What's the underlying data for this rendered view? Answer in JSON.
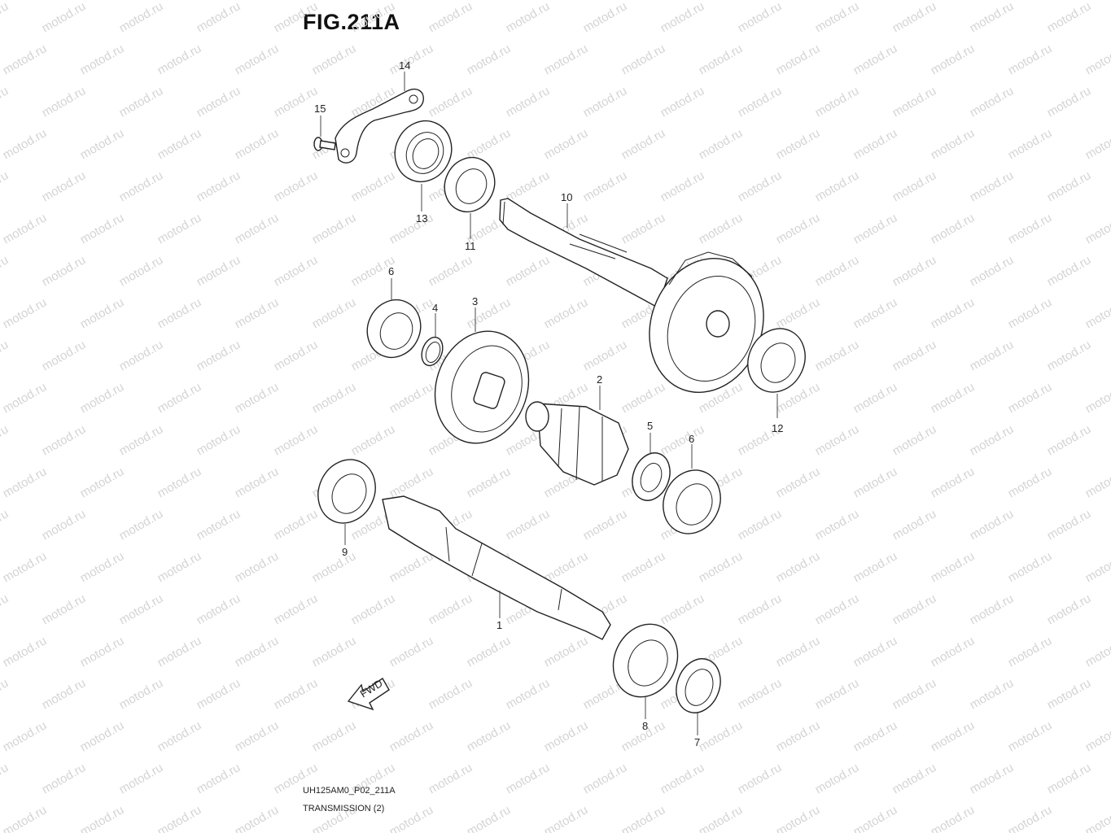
{
  "header": {
    "figure_title": "FIG.211A"
  },
  "footer": {
    "drawing_code": "UH125AM0_P02_211A",
    "drawing_name": "TRANSMISSION (2)"
  },
  "watermark": {
    "text": "motod.ru"
  },
  "fwd_arrow": {
    "label": "FWD"
  },
  "callouts": [
    "14",
    "15",
    "13",
    "11",
    "10",
    "6",
    "4",
    "3",
    "2",
    "12",
    "5",
    "6",
    "9",
    "1",
    "8",
    "7"
  ]
}
